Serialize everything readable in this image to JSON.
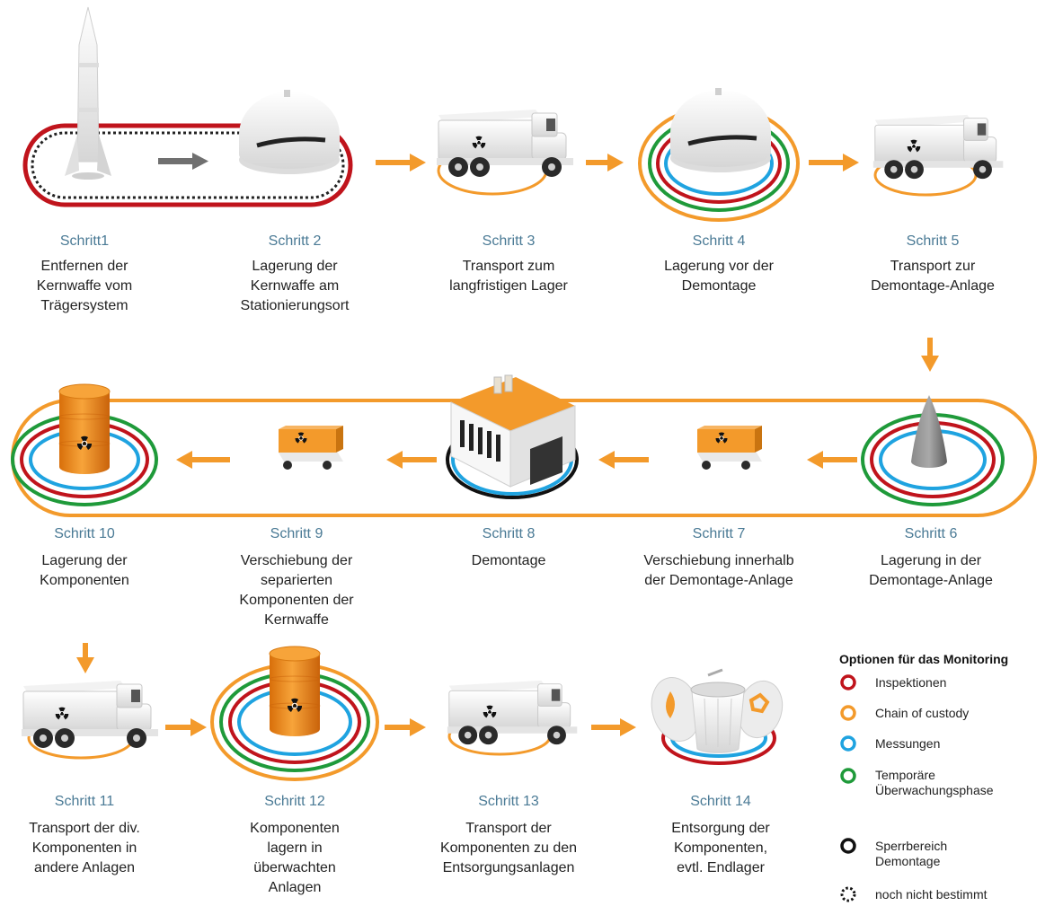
{
  "steps": [
    {
      "title": "Schritt1",
      "desc": "Entfernen der\nKernwaffe vom\nTrägersystem"
    },
    {
      "title": "Schritt 2",
      "desc": "Lagerung der\nKernwaffe am\nStationierungsort"
    },
    {
      "title": "Schritt 3",
      "desc": "Transport  zum\nlangfristigen Lager"
    },
    {
      "title": "Schritt 4",
      "desc": "Lagerung vor der\nDemontage"
    },
    {
      "title": "Schritt 5",
      "desc": "Transport zur\nDemontage-Anlage"
    },
    {
      "title": "Schritt 6",
      "desc": "Lagerung in der\nDemontage-Anlage"
    },
    {
      "title": "Schritt 7",
      "desc": "Verschiebung innerhalb\nder Demontage-Anlage"
    },
    {
      "title": "Schritt 8",
      "desc": "Demontage"
    },
    {
      "title": "Schritt 9",
      "desc": "Verschiebung der\nseparierten\nKomponenten der\nKernwaffe"
    },
    {
      "title": "Schritt 10",
      "desc": "Lagerung der\nKomponenten"
    },
    {
      "title": "Schritt 11",
      "desc": "Transport der div.\nKomponenten in\nandere Anlagen"
    },
    {
      "title": "Schritt 12",
      "desc": "Komponenten\nlagern in\nüberwachten\nAnlagen"
    },
    {
      "title": "Schritt 13",
      "desc": "Transport der\nKomponenten zu den\nEntsorgungsanlagen"
    },
    {
      "title": "Schritt 14",
      "desc": "Entsorgung der\nKomponenten,\nevtl. Endlager"
    }
  ],
  "legend": {
    "title": "Optionen für das Monitoring",
    "items": [
      {
        "label": "Inspektionen",
        "color": "#c0141c",
        "style": "solid"
      },
      {
        "label": "Chain of custody",
        "color": "#f39a2b",
        "style": "solid"
      },
      {
        "label": "Messungen",
        "color": "#1fa3e0",
        "style": "solid"
      },
      {
        "label": "Temporäre\nÜberwachungsphase",
        "color": "#1f9a3a",
        "style": "solid"
      },
      {
        "label": "Sperrbereich\nDemontage",
        "color": "#111111",
        "style": "solid"
      },
      {
        "label": "noch nicht bestimmt",
        "color": "#111111",
        "style": "dotted"
      }
    ]
  },
  "colors": {
    "arrow": "#f39a2b",
    "grey_arrow": "#707070",
    "title_text": "#4a7a95",
    "orange_object": "#f39a2b"
  },
  "icons": [
    "rocket-icon",
    "storage-dome-icon",
    "truck-icon",
    "cart-icon",
    "factory-icon",
    "cone-icon",
    "barrel-icon",
    "trash-can-icon",
    "radiation-icon"
  ]
}
